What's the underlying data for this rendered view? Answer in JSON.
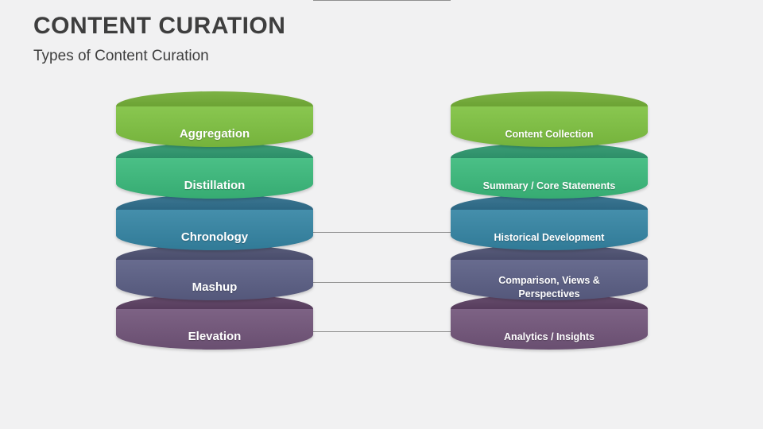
{
  "slide": {
    "title": "CONTENT CURATION",
    "subtitle": "Types of Content Curation",
    "background_color": "#F1F1F2",
    "text_color": "#3E3E3E"
  },
  "diagram": {
    "connector_color": "#8F8F8F",
    "label_text_color": "#FFFFFF",
    "rows": [
      {
        "type": "Aggregation",
        "description": "Content Collection",
        "top_color": "#67A527",
        "body_color": "#7FC241"
      },
      {
        "type": "Distillation",
        "description": "Summary / Core Statements",
        "top_color": "#1E8E62",
        "body_color": "#3BBA7C"
      },
      {
        "type": "Chronology",
        "description": "Historical Development",
        "top_color": "#1E6181",
        "body_color": "#3585A4"
      },
      {
        "type": "Mashup",
        "description": "Comparison, Views & Perspectives",
        "top_color": "#3F4366",
        "body_color": "#5B5F85"
      },
      {
        "type": "Elevation",
        "description": "Analytics / Insights",
        "top_color": "#4F3156",
        "body_color": "#72557A"
      }
    ]
  }
}
